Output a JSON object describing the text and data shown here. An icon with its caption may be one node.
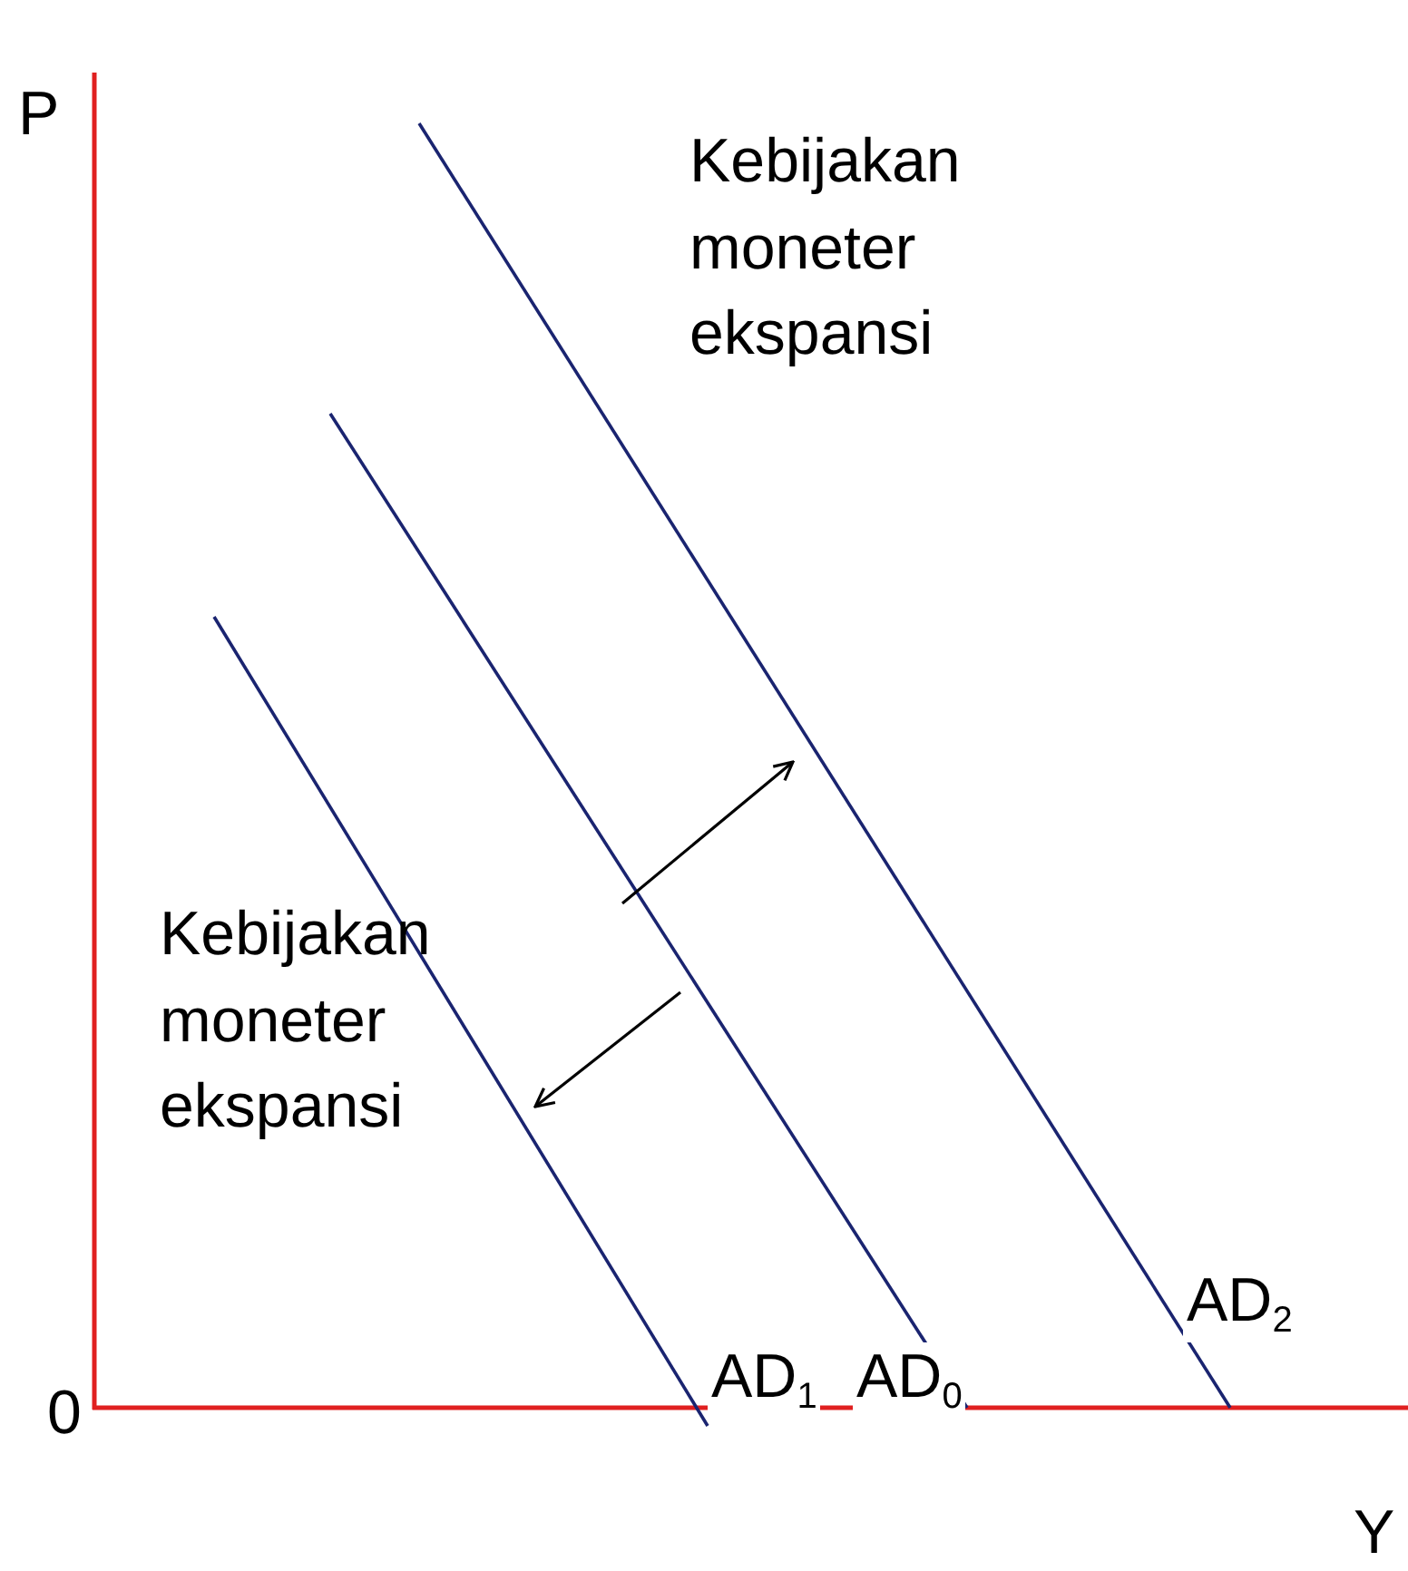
{
  "diagram": {
    "labels": [
      "P",
      "Kebijakan moneter ekspansi",
      "Kebijakan moneter ekspansi",
      "AD$_{2}$",
      "AD$_{1}$",
      "AD$_{0}$",
      "0",
      "Y"
    ]
  }
}
